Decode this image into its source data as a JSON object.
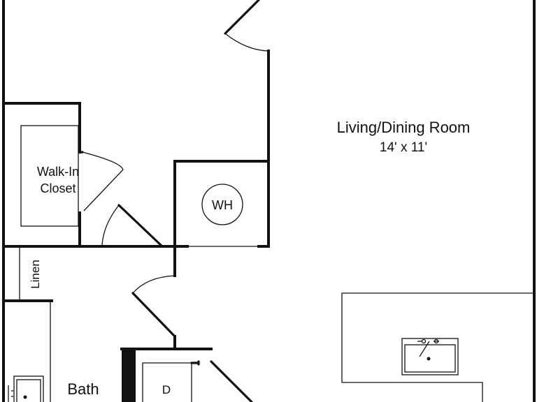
{
  "rooms": {
    "living": {
      "name": "Living/Dining Room",
      "dimensions": "14' x 11'"
    },
    "closet": {
      "line1": "Walk-In",
      "line2": "Closet"
    },
    "linen": {
      "name": "Linen"
    },
    "bath": {
      "name": "Bath"
    },
    "water_heater": {
      "label": "WH"
    },
    "dryer": {
      "label": "D"
    }
  },
  "icons": [
    "door-swing-icon",
    "kitchen-sink-icon",
    "bath-sink-icon",
    "water-heater-icon"
  ]
}
